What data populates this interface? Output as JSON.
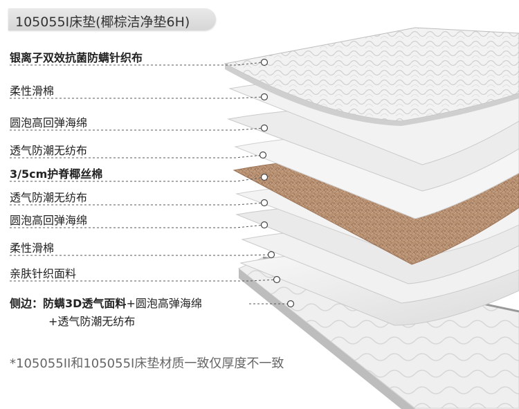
{
  "title": "105055I床垫(椰棕洁净垫6H)",
  "layers": [
    {
      "label": "银离子双效抗菌防螨针织布",
      "bold": true
    },
    {
      "label": "柔性滑棉",
      "bold": false
    },
    {
      "label": "圆泡高回弹海绵",
      "bold": false
    },
    {
      "label": "透气防潮无纺布",
      "bold": false
    },
    {
      "label": "3/5cm护脊椰丝棉",
      "bold": true
    },
    {
      "label": "透气防潮无纺布",
      "bold": false
    },
    {
      "label": "圆泡高回弹海绵",
      "bold": false
    },
    {
      "label": "柔性滑棉",
      "bold": false
    },
    {
      "label": "亲肤针织面料",
      "bold": false
    }
  ],
  "side": {
    "prefix": "侧边：",
    "line1": "防螨3D透气面料",
    "line1_rest": "+圆泡高弹海绵",
    "line2": "+透气防潮无纺布"
  },
  "note": "*105055II和105055I床垫材质一致仅厚度不一致",
  "colors": {
    "coir": "#b58d6c",
    "sheet": "#ececec",
    "quilt": "#f4f4f4",
    "line": "#555555"
  }
}
